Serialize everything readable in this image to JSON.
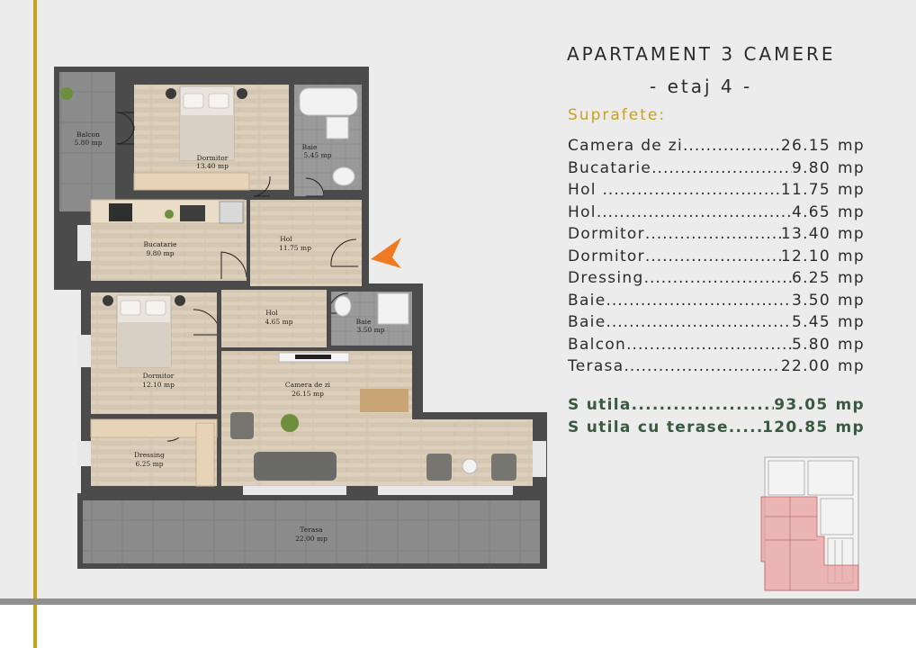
{
  "header": {
    "title": "APARTAMENT 3 CAMERE",
    "subtitle": "- etaj 4 -",
    "section_label": "Suprafete:"
  },
  "areas": [
    {
      "name": "Camera de zi",
      "value": "26.15",
      "unit": "mp"
    },
    {
      "name": "Bucatarie",
      "value": "9.80",
      "unit": "mp"
    },
    {
      "name": "Hol ",
      "value": "11.75",
      "unit": "mp"
    },
    {
      "name": "Hol",
      "value": "4.65",
      "unit": "mp"
    },
    {
      "name": "Dormitor",
      "value": "13.40",
      "unit": "mp"
    },
    {
      "name": "Dormitor",
      "value": "12.10",
      "unit": "mp"
    },
    {
      "name": "Dressing",
      "value": "6.25",
      "unit": "mp"
    },
    {
      "name": "Baie",
      "value": "3.50",
      "unit": "mp"
    },
    {
      "name": "Baie",
      "value": "5.45",
      "unit": "mp"
    },
    {
      "name": "Balcon",
      "value": "5.80",
      "unit": "mp"
    },
    {
      "name": "Terasa",
      "value": "22.00",
      "unit": "mp"
    }
  ],
  "totals": [
    {
      "name": "S utila",
      "value": "93.05",
      "unit": "mp"
    },
    {
      "name": "S utila cu terase",
      "value": "120.85",
      "unit": "mp"
    }
  ],
  "plan": {
    "rooms": {
      "balcon": {
        "name": "Balcon",
        "area": "5.80 mp"
      },
      "dormitor1": {
        "name": "Dormitor",
        "area": "13.40 mp"
      },
      "baie1": {
        "name": "Baie",
        "area": "5.45 mp"
      },
      "bucatarie": {
        "name": "Bucatarie",
        "area": "9.80 mp"
      },
      "hol1": {
        "name": "Hol",
        "area": "11.75 mp"
      },
      "dormitor2": {
        "name": "Dormitor",
        "area": "12.10 mp"
      },
      "hol2": {
        "name": "Hol",
        "area": "4.65 mp"
      },
      "baie2": {
        "name": "Baie",
        "area": "3.50 mp"
      },
      "camera": {
        "name": "Camera de zi",
        "area": "26.15 mp"
      },
      "dressing": {
        "name": "Dressing",
        "area": "6.25 mp"
      },
      "terasa": {
        "name": "Terasa",
        "area": "22.00 mp"
      }
    },
    "entrance_arrow_color": "#f07a22"
  },
  "colors": {
    "accent_gold": "#c9a21b",
    "totals_green": "#3a5a40",
    "wall": "#4a4a4a",
    "floor_wood": "#d9cbb6",
    "floor_tile": "#8a8a8a",
    "keyplan_highlight": "#e8a0a0"
  }
}
